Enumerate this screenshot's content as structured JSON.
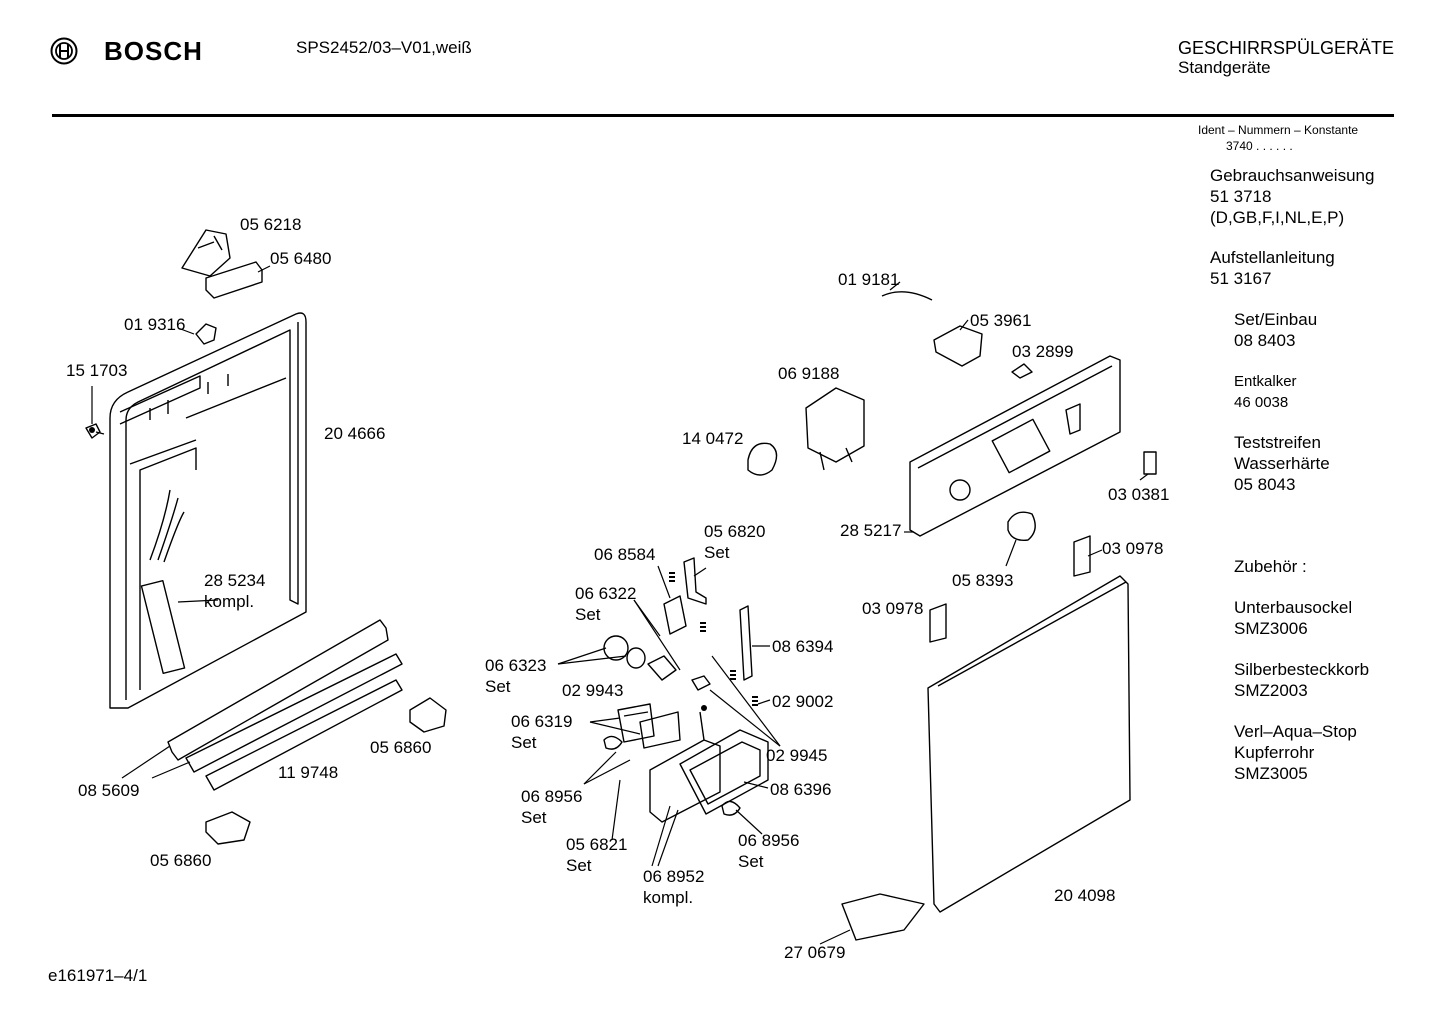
{
  "header": {
    "brand": "BOSCH",
    "model": "SPS2452/03–V01,weiß",
    "category": "GESCHIRRSPÜLGERÄTE",
    "subcategory": "Standgeräte"
  },
  "ident": {
    "title": "Ident – Nummern – Konstante",
    "value": "3740 .  .   .  .  .  ."
  },
  "sidebar": {
    "block1": [
      "Gebrauchsanweisung",
      "51 3718",
      "(D,GB,F,I,NL,E,P)"
    ],
    "block2": [
      "Aufstellanleitung",
      "51 3167"
    ],
    "block3": [
      "Set/Einbau",
      "08 8403"
    ],
    "block4": [
      "Entkalker",
      "46 0038"
    ],
    "block5": [
      "Teststreifen",
      "Wasserhärte",
      "05 8043"
    ],
    "block6": [
      "Zubehör :"
    ],
    "block7": [
      "Unterbausockel",
      "SMZ3006"
    ],
    "block8": [
      "Silberbesteckkorb",
      "SMZ2003"
    ],
    "block9": [
      "Verl–Aqua–Stop",
      "Kupferrohr",
      "SMZ3005"
    ]
  },
  "parts": {
    "p056218": "05 6218",
    "p056480": "05 6480",
    "p019316": "01 9316",
    "p151703": "15 1703",
    "p204666": "20 4666",
    "p285234": "28 5234",
    "p285234b": "kompl.",
    "p085609": "08 5609",
    "p119748": "11 9748",
    "p056860a": "05 6860",
    "p056860b": "05 6860",
    "p019181": "01 9181",
    "p053961": "05 3961",
    "p032899": "03 2899",
    "p069188": "06 9188",
    "p140472": "14 0472",
    "p030381": "03 0381",
    "p285217": "28 5217",
    "p058393": "05 8393",
    "p030978a": "03 0978",
    "p030978b": "03 0978",
    "p056820": "05 6820",
    "p056820b": "Set",
    "p068584": "06 8584",
    "p066322": "06 6322",
    "p066322b": "Set",
    "p066323": "06 6323",
    "p066323b": "Set",
    "p029943": "02 9943",
    "p066319": "06 6319",
    "p066319b": "Set",
    "p086394": "08 6394",
    "p029002": "02 9002",
    "p029945": "02 9945",
    "p086396": "08 6396",
    "p068956a": "06 8956",
    "p068956ab": "Set",
    "p056821": "05 6821",
    "p056821b": "Set",
    "p068956b": "06 8956",
    "p068956bb": "Set",
    "p068952": "06 8952",
    "p068952b": "kompl.",
    "p204098": "20 4098",
    "p270679": "27 0679"
  },
  "footer": "e161971–4/1"
}
